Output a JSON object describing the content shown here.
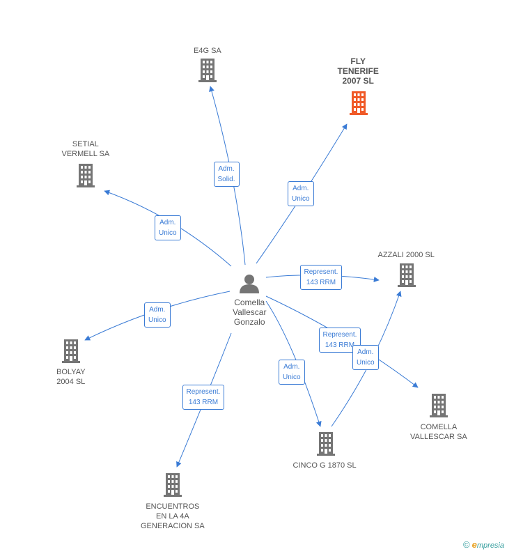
{
  "center": {
    "name": "Comella\nVallescar\nGonzalo"
  },
  "companies": [
    {
      "id": "e4g",
      "name": "E4G SA",
      "highlight": false
    },
    {
      "id": "fly",
      "name": "FLY\nTENERIFE\n2007 SL",
      "highlight": true
    },
    {
      "id": "setial",
      "name": "SETIAL\nVERMELL SA",
      "highlight": false
    },
    {
      "id": "azzali",
      "name": "AZZALI 2000 SL",
      "highlight": false
    },
    {
      "id": "bolyay",
      "name": "BOLYAY\n2004 SL",
      "highlight": false
    },
    {
      "id": "comella",
      "name": "COMELLA\nVALLESCAR SA",
      "highlight": false
    },
    {
      "id": "cinco",
      "name": "CINCO G 1870 SL",
      "highlight": false
    },
    {
      "id": "encuentros",
      "name": "ENCUENTROS\nEN LA 4A\nGENERACION SA",
      "highlight": false
    }
  ],
  "edges": [
    {
      "from": "center",
      "to": "e4g",
      "label": "Adm.\nSolid."
    },
    {
      "from": "center",
      "to": "fly",
      "label": "Adm.\nUnico"
    },
    {
      "from": "center",
      "to": "setial",
      "label": "Adm.\nUnico"
    },
    {
      "from": "center",
      "to": "azzali",
      "label": "Represent.\n143 RRM"
    },
    {
      "from": "center",
      "to": "bolyay",
      "label": "Adm.\nUnico"
    },
    {
      "from": "center",
      "to": "comella",
      "label": "Represent.\n143 RRM"
    },
    {
      "from": "center",
      "to": "cinco",
      "label": "Adm.\nUnico"
    },
    {
      "from": "center",
      "to": "encuentros",
      "label": "Represent.\n143 RRM"
    },
    {
      "from": "cinco",
      "to": "azzali",
      "label": "Adm.\nUnico"
    }
  ],
  "colors": {
    "edge": "#3a7bd5",
    "icon": "#757575",
    "highlight_icon": "#f05a28",
    "person": "#757575"
  },
  "brand": {
    "copyright": "©",
    "initial": "e",
    "rest": "mpresia"
  }
}
